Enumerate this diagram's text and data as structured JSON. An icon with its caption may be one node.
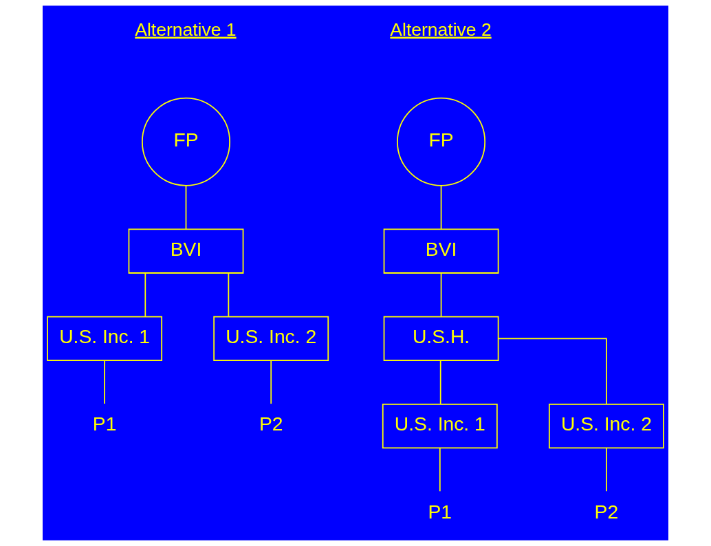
{
  "diagram": {
    "nodes": [
      {
        "text": [
          "FP"
        ]
      },
      {
        "text": [
          "BVI"
        ]
      },
      {
        "text": [
          "U.S. Inc. 1"
        ]
      },
      {
        "text": [
          "U.S. Inc. 2"
        ]
      },
      {
        "text": [
          "P1"
        ]
      },
      {
        "text": [
          "P2"
        ]
      },
      {
        "text": [
          "FP"
        ]
      },
      {
        "text": [
          "BVI"
        ]
      },
      {
        "text": [
          "U.S.H."
        ]
      },
      {
        "text": [
          "U.S. Inc. 1"
        ]
      },
      {
        "text": [
          "U.S. Inc. 2"
        ]
      },
      {
        "text": [
          "P1"
        ]
      },
      {
        "text": [
          "P2"
        ]
      }
    ],
    "edges": [
      {
        "from": 0,
        "to": 1,
        "arrow": "none"
      },
      {
        "from": 1,
        "to": 2,
        "arrow": "none"
      },
      {
        "from": 1,
        "to": 3,
        "arrow": "none"
      },
      {
        "from": 2,
        "to": 4,
        "arrow": "none"
      },
      {
        "from": 3,
        "to": 5,
        "arrow": "none"
      },
      {
        "from": 6,
        "to": 7,
        "arrow": "none"
      },
      {
        "from": 7,
        "to": 8,
        "arrow": "none"
      },
      {
        "from": 8,
        "to": 9,
        "arrow": "none"
      },
      {
        "from": 8,
        "to": 10,
        "arrow": "none"
      },
      {
        "from": 9,
        "to": 11,
        "arrow": "none"
      },
      {
        "from": 10,
        "to": 12,
        "arrow": "none"
      }
    ],
    "labels": [
      "Alternative 1",
      "Alternative 2"
    ]
  }
}
